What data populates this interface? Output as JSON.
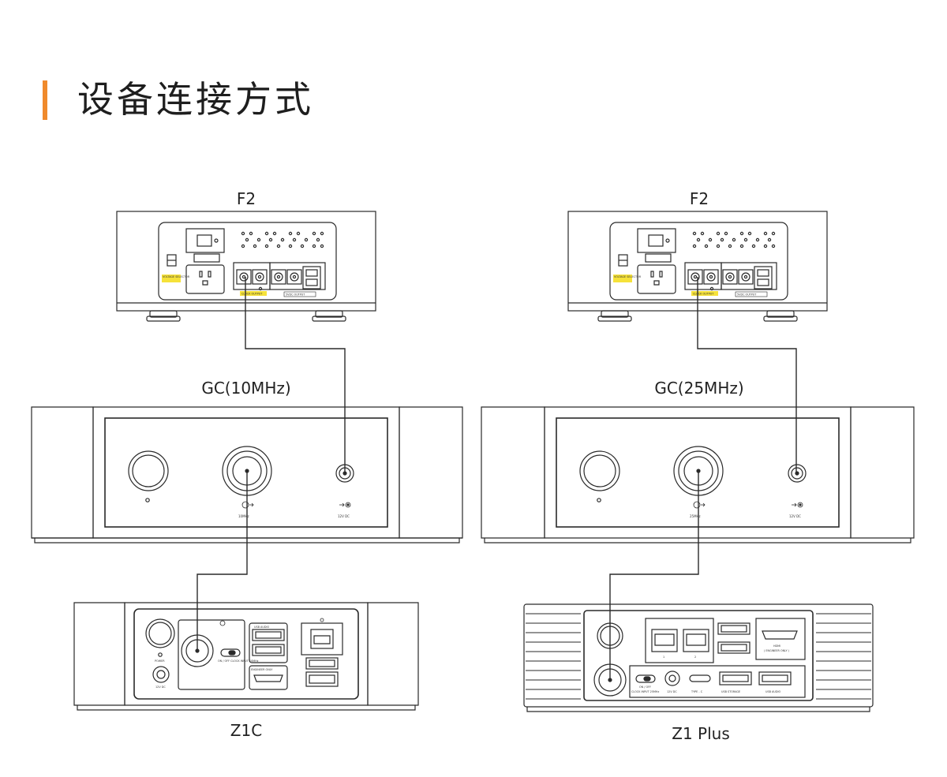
{
  "header": {
    "title": "设备连接方式",
    "accent_color": "#f08a2c"
  },
  "labels": {
    "f2_left": "F2",
    "f2_right": "F2",
    "gc_left": "GC(10MHz)",
    "gc_right": "GC(25MHz)",
    "z1c": "Z1C",
    "z1plus": "Z1 Plus"
  },
  "panel_text": {
    "voltage_selector": "VOLTAGE SELECTOR",
    "clock_output": "CLOCK OUTPUT",
    "dc_output": "5VDC OUTPUT",
    "gc_left_port": "10MHz",
    "gc_right_port": "25MHz",
    "dc_in": "12V DC",
    "power": "POWER",
    "z1c_switch": "ON / OFF CLOCK INPUT 10MHz",
    "usb_audio": "USB AUDIO",
    "engineer_only": "ENGINEER ONLY",
    "z1p_lan1": "1",
    "z1p_lan2": "2",
    "hdmi": "HDMI",
    "hdmi_sub": "( ENGINEER ONLY )",
    "z1p_switch": "ON / OFF",
    "z1p_clock": "CLOCK INPUT 25MHz",
    "z1p_dc": "12V DC",
    "type_c": "TYPE - C",
    "usb_storage": "USB STORAGE",
    "usb_audio2": "USB AUDIO"
  },
  "colors": {
    "line": "#2a2a2a",
    "label_yellow": "#f6e23a"
  }
}
